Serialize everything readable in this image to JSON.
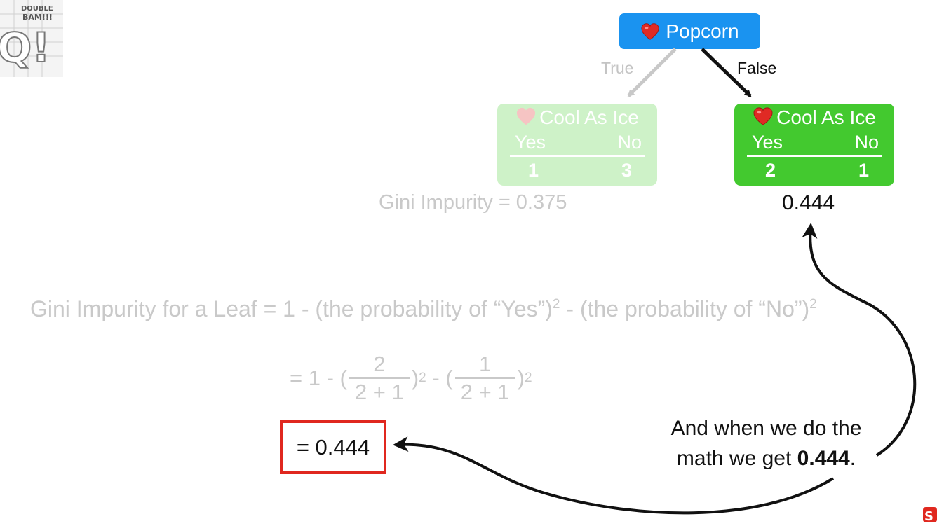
{
  "logo": {
    "text": "DOUBLE BAM!!!",
    "icon": "statquest-logo-icon"
  },
  "tree": {
    "root": {
      "label": "Popcorn",
      "icon": "heart-icon",
      "color": "#1a93f0"
    },
    "edges": {
      "true_label": "True",
      "false_label": "False"
    },
    "leaf_left": {
      "title": "Cool As Ice",
      "icon": "heart-icon",
      "yes_label": "Yes",
      "no_label": "No",
      "yes_count": "1",
      "no_count": "3",
      "impurity": "Gini Impurity = 0.375",
      "faded": true
    },
    "leaf_right": {
      "title": "Cool As Ice",
      "icon": "heart-icon",
      "yes_label": "Yes",
      "no_label": "No",
      "yes_count": "2",
      "no_count": "1",
      "impurity": "0.444",
      "color": "#43c92f"
    }
  },
  "formula": {
    "lhs": "Gini Impurity for a Leaf = 1 - (the probability of “Yes”)",
    "sup1": "2",
    "mid": " - (the probability of “No”)",
    "sup2": "2"
  },
  "equation": {
    "prefix": "= 1 - (",
    "frac1_num": "2",
    "frac1_den": "2 + 1",
    "mid": ")",
    "sup1": "2",
    "mid2": " - (",
    "frac2_num": "1",
    "frac2_den": "2 + 1",
    "close": ")",
    "sup2": "2"
  },
  "result": {
    "text": "= 0.444",
    "border_color": "#e0281f"
  },
  "caption": {
    "line1": "And when we do the",
    "line2_pre": "math we get ",
    "line2_bold": "0.444",
    "line2_post": "."
  }
}
